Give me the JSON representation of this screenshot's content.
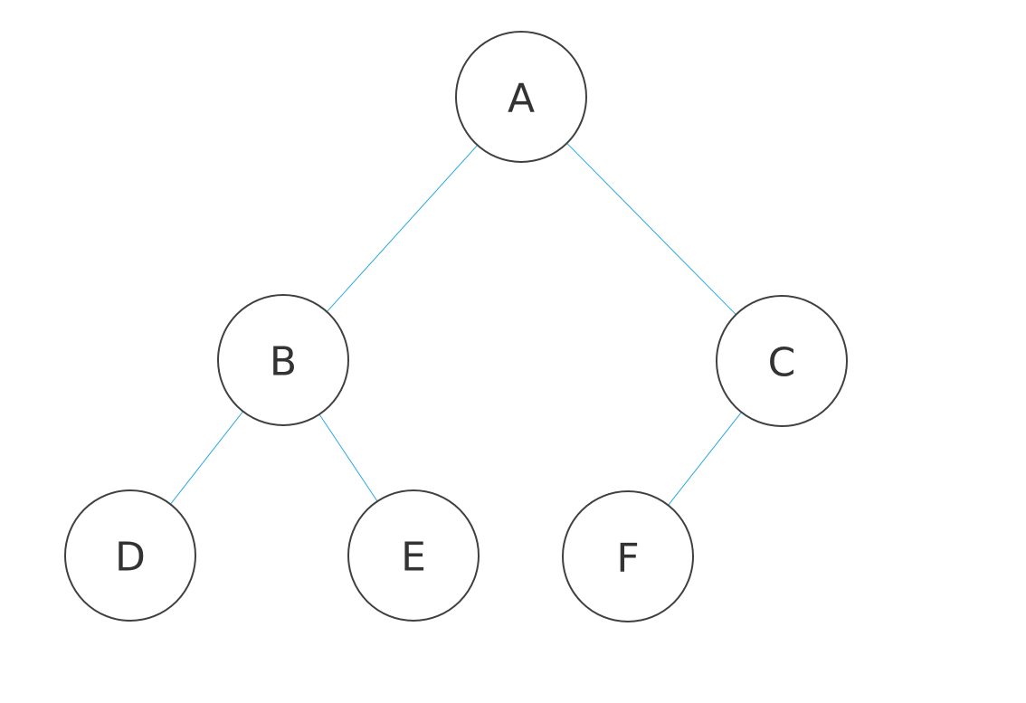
{
  "colors": {
    "edge": "#29a8e0",
    "node_stroke": "#404040",
    "node_text": "#333333",
    "background": "#ffffff"
  },
  "nodes": [
    {
      "id": "A",
      "label": "A"
    },
    {
      "id": "B",
      "label": "B"
    },
    {
      "id": "C",
      "label": "C"
    },
    {
      "id": "D",
      "label": "D"
    },
    {
      "id": "E",
      "label": "E"
    },
    {
      "id": "F",
      "label": "F"
    }
  ],
  "edges": [
    {
      "from": "A",
      "to": "B"
    },
    {
      "from": "A",
      "to": "C"
    },
    {
      "from": "B",
      "to": "D"
    },
    {
      "from": "B",
      "to": "E"
    },
    {
      "from": "C",
      "to": "F"
    }
  ]
}
